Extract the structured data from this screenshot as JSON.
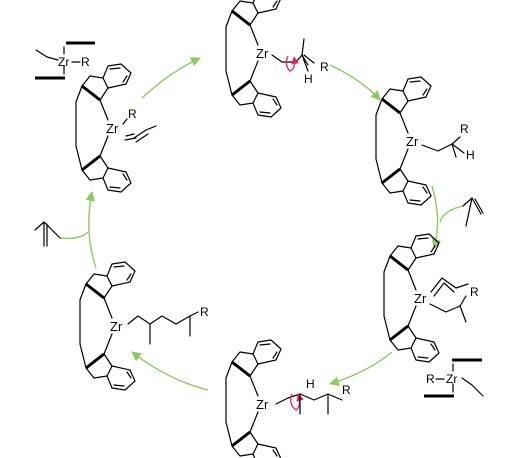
{
  "colors": {
    "cycle_arrow": "#8cc863",
    "rotation_arrow": "#e0245e",
    "ink": "#000000"
  },
  "labels": {
    "metal": "Zr",
    "substituent": "R",
    "hydrogen": "H"
  },
  "species": [
    {
      "id": "alkene-complex",
      "labels": [
        "Zr",
        "R"
      ]
    },
    {
      "id": "insertion-rotation",
      "labels": [
        "Zr",
        "R",
        "H"
      ]
    },
    {
      "id": "alkyl-intermediate",
      "labels": [
        "Zr",
        "R",
        "H"
      ]
    },
    {
      "id": "monomer-coordination",
      "labels": [
        "Zr",
        "R"
      ]
    },
    {
      "id": "second-insertion",
      "labels": [
        "Zr",
        "H",
        "R"
      ]
    },
    {
      "id": "chain-growth",
      "labels": [
        "Zr",
        "R"
      ]
    }
  ],
  "quadrant_diagrams": [
    {
      "id": "quadrant-top-left",
      "labels": [
        "Zr",
        "R"
      ]
    },
    {
      "id": "quadrant-bottom-right",
      "labels": [
        "R",
        "Zr"
      ]
    }
  ]
}
